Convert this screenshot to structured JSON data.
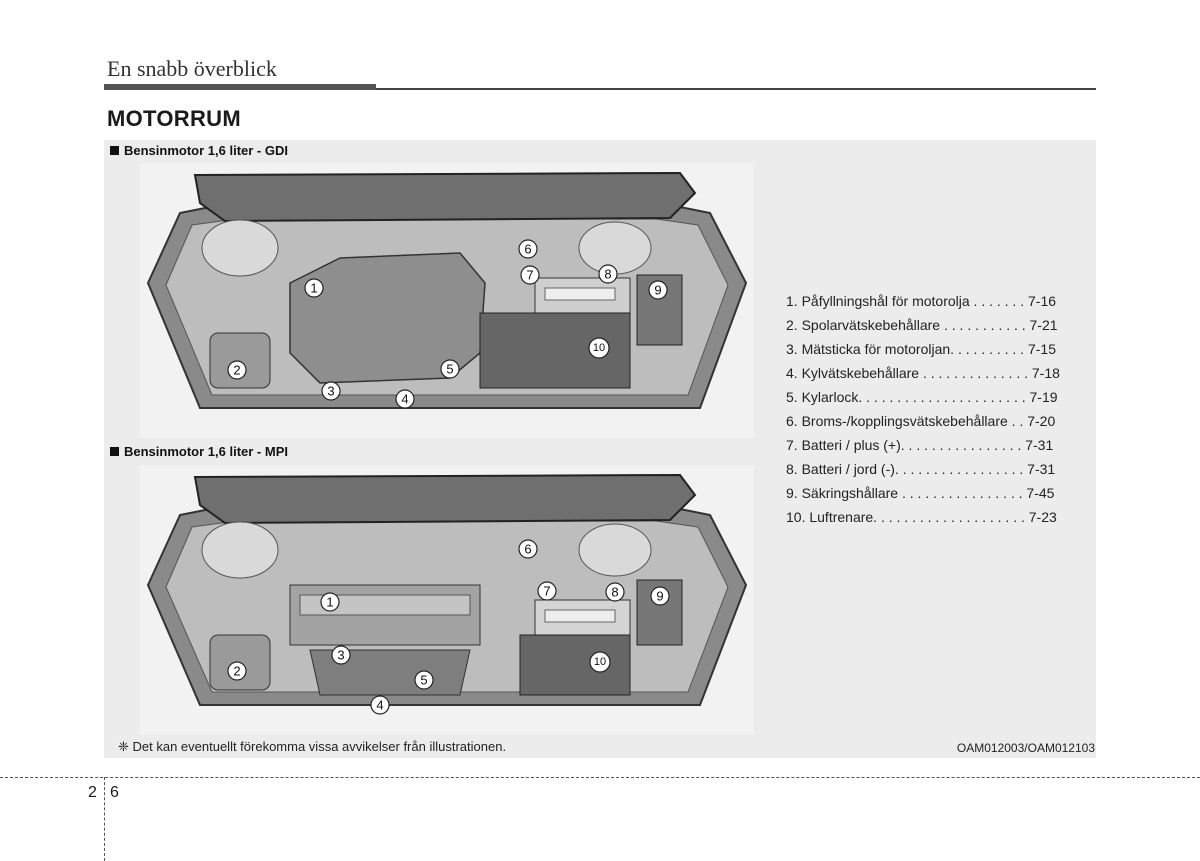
{
  "page": {
    "section_title": "En snabb överblick",
    "heading": "MOTORRUM",
    "page_left": "2",
    "page_right": "6"
  },
  "figures": [
    {
      "label": "Bensinmotor 1,6 liter - GDI",
      "callouts": [
        "1",
        "2",
        "3",
        "4",
        "5",
        "6",
        "7",
        "8",
        "9",
        "10"
      ]
    },
    {
      "label": "Bensinmotor 1,6 liter - MPI",
      "callouts": [
        "1",
        "2",
        "3",
        "4",
        "5",
        "6",
        "7",
        "8",
        "9",
        "10"
      ]
    }
  ],
  "legend": [
    "1. Påfyllningshål för motorolja . . . . . . . 7-16",
    "2. Spolarvätskebehållare . . . . . . . . . . . 7-21",
    "3. Mätsticka för motoroljan. . . . . . . . . . 7-15",
    "4. Kylvätskebehållare . . . . . . . . . . . . . . 7-18",
    "5. Kylarlock. . . . . . . . . . . . . . . . . . . . . . 7-19",
    "6. Broms-/kopplingsvätskebehållare . . 7-20",
    "7. Batteri / plus (+). . . . . . . . . . . . . . . . 7-31",
    "8. Batteri / jord (-). . . . . . . . . . . . . . . . . 7-31",
    "9. Säkringshållare  . . . . . . . . . . . . . . . . 7-45",
    "10. Luftrenare. . . . . . . . . . . . . . . . . . . . 7-23"
  ],
  "note": "❈ Det kan eventuellt förekomma vissa avvikelser från illustrationen.",
  "image_code": "OAM012003/OAM012103"
}
